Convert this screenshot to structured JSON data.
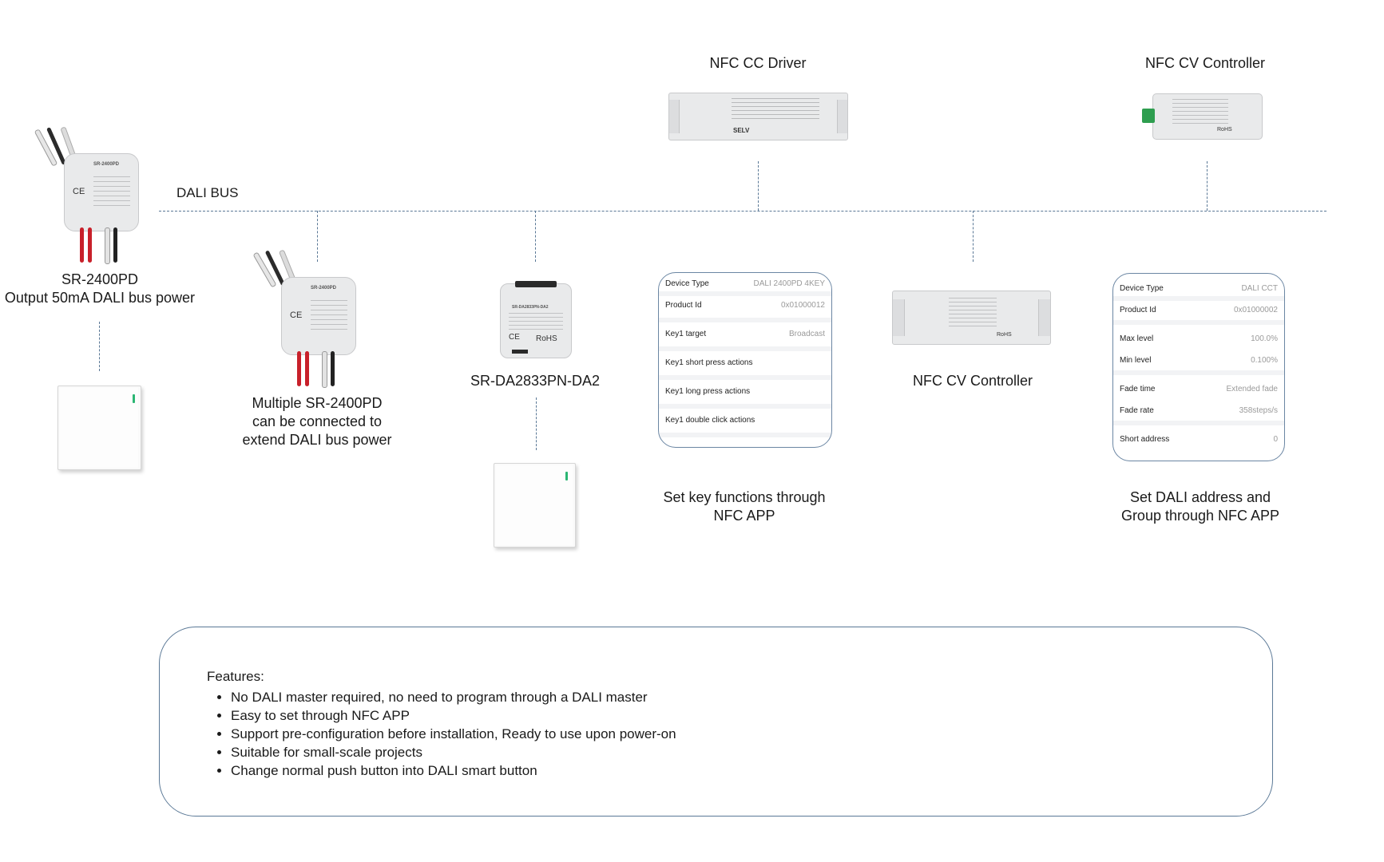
{
  "bus": {
    "label": "DALI BUS"
  },
  "devices": {
    "sr2400pd_main": {
      "model_print": "SR-2400PD",
      "caption": [
        "SR-2400PD",
        "Output 50mA DALI bus power"
      ]
    },
    "sr2400pd_multi": {
      "model_print": "SR-2400PD",
      "caption": [
        "Multiple SR-2400PD",
        "can be connected to",
        "extend DALI bus power"
      ]
    },
    "coupler": {
      "print": "SR-DA2833PN-DA2",
      "caption": "SR-DA2833PN-DA2",
      "rohs": "RoHS"
    },
    "cc_driver": {
      "caption": "NFC CC Driver",
      "selv": "SELV"
    },
    "cv_top": {
      "caption": "NFC CV Controller",
      "rohs": "RoHS"
    },
    "cv_mid": {
      "caption": "NFC CV Controller",
      "rohs": "RoHS"
    }
  },
  "app_keys": {
    "rows": [
      {
        "key": "Device Type",
        "value": "DALI 2400PD 4KEY"
      },
      {
        "key": "Product Id",
        "value": "0x01000012"
      },
      {
        "key": "Key1 target",
        "value": "Broadcast"
      },
      {
        "key": "Key1 short press actions",
        "value": ""
      },
      {
        "key": "Key1 long press actions",
        "value": ""
      },
      {
        "key": "Key1 double click actions",
        "value": ""
      }
    ],
    "caption": [
      "Set key functions through",
      "NFC APP"
    ]
  },
  "app_address": {
    "rows": [
      {
        "key": "Device Type",
        "value": "DALI CCT"
      },
      {
        "key": "Product Id",
        "value": "0x01000002"
      },
      {
        "key": "Max level",
        "value": "100.0%"
      },
      {
        "key": "Min level",
        "value": "0.100%"
      },
      {
        "key": "Fade time",
        "value": "Extended fade"
      },
      {
        "key": "Fade rate",
        "value": "358steps/s"
      },
      {
        "key": "Short address",
        "value": "0"
      }
    ],
    "caption": [
      "Set DALI address and",
      "Group through NFC APP"
    ]
  },
  "features": {
    "title": "Features:",
    "items": [
      "No DALI master required, no need to program through a DALI master",
      "Easy to set through NFC APP",
      "Support pre-configuration before installation, Ready to use upon power-on",
      "Suitable for small-scale projects",
      "Change normal push button into DALI smart button"
    ]
  },
  "colors": {
    "line": "#5a7896",
    "led": "#2bb673",
    "connector": "#2e9e4f"
  }
}
